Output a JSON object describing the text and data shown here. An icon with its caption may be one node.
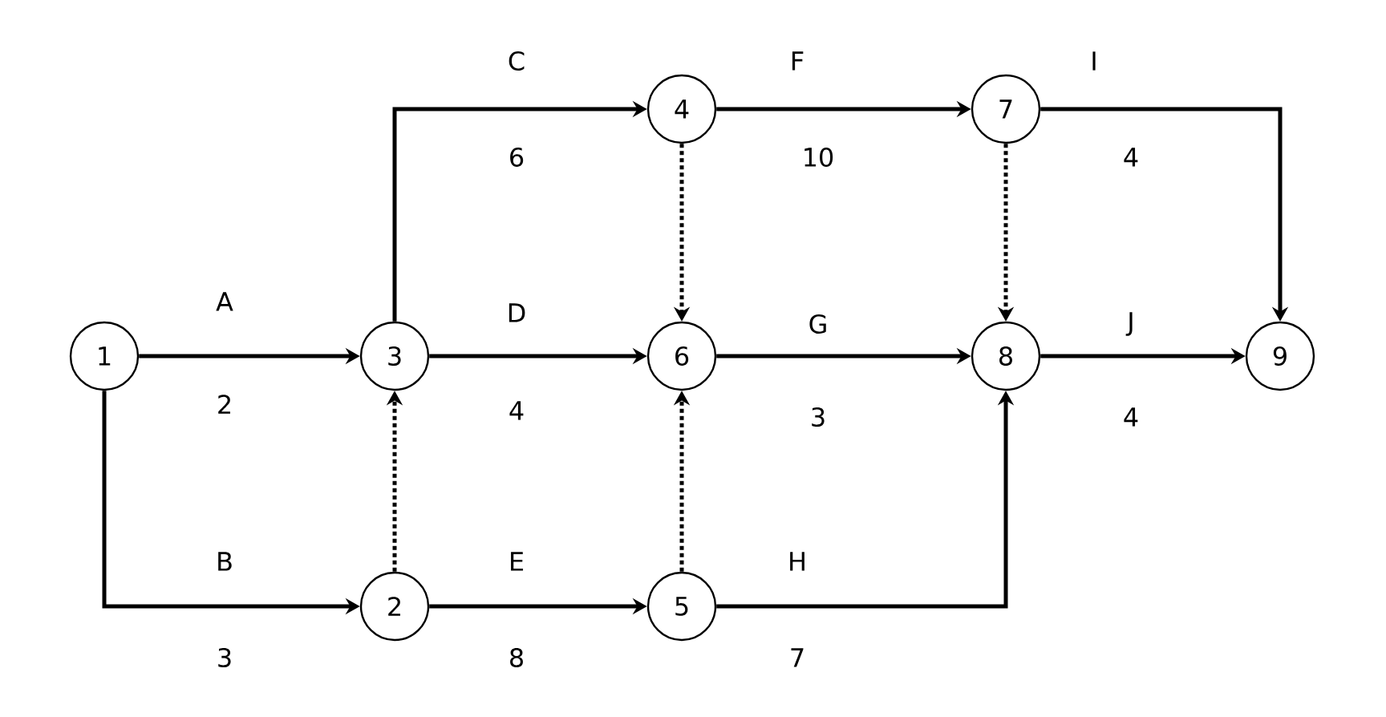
{
  "diagram": {
    "nodes": [
      {
        "text": [
          "4"
        ]
      },
      {
        "text": [
          "7"
        ]
      },
      {
        "text": [
          "1"
        ]
      },
      {
        "text": [
          "3"
        ]
      },
      {
        "text": [
          "6"
        ]
      },
      {
        "text": [
          "8"
        ]
      },
      {
        "text": [
          "9"
        ]
      },
      {
        "text": [
          "2"
        ]
      },
      {
        "text": [
          "5"
        ]
      }
    ],
    "edges": [
      {
        "from": 2,
        "to": 3,
        "arrow": "to",
        "label": "A"
      },
      {
        "from": 2,
        "to": 7,
        "arrow": "to",
        "label": "B"
      },
      {
        "from": 3,
        "to": 0,
        "arrow": "to",
        "label": "C"
      },
      {
        "from": 3,
        "to": 4,
        "arrow": "to",
        "label": "D"
      },
      {
        "from": 7,
        "to": 8,
        "arrow": "to",
        "label": "E"
      },
      {
        "from": 0,
        "to": 1,
        "arrow": "to",
        "label": "F"
      },
      {
        "from": 4,
        "to": 5,
        "arrow": "to",
        "label": "G"
      },
      {
        "from": 8,
        "to": 5,
        "arrow": "to",
        "label": "H"
      },
      {
        "from": 1,
        "to": 6,
        "arrow": "to",
        "label": "I"
      },
      {
        "from": 5,
        "to": 6,
        "arrow": "to",
        "label": "J"
      },
      {
        "from": 7,
        "to": 3,
        "arrow": "to",
        "style": "dashed"
      },
      {
        "from": 8,
        "to": 4,
        "arrow": "to",
        "style": "dashed"
      },
      {
        "from": 0,
        "to": 4,
        "arrow": "to",
        "style": "dashed"
      },
      {
        "from": 1,
        "to": 5,
        "arrow": "to",
        "style": "dashed"
      }
    ],
    "labels": [
      "2",
      "3",
      "6",
      "4",
      "8",
      "10",
      "3",
      "7",
      "4",
      "4"
    ]
  }
}
